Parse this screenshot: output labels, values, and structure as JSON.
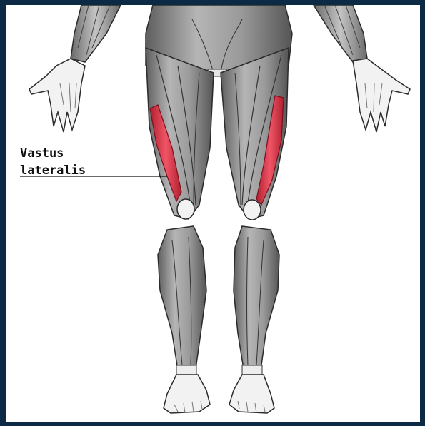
{
  "figure": {
    "callout": {
      "line1": "Vastus",
      "line2": "lateralis"
    },
    "colors": {
      "frame": "#0d2a45",
      "background": "#ffffff",
      "muscle_base": "#8f8f8f",
      "muscle_highlight": "#e23b4c",
      "outline": "#2b2b2b"
    },
    "highlighted_muscle": "vastus lateralis"
  }
}
